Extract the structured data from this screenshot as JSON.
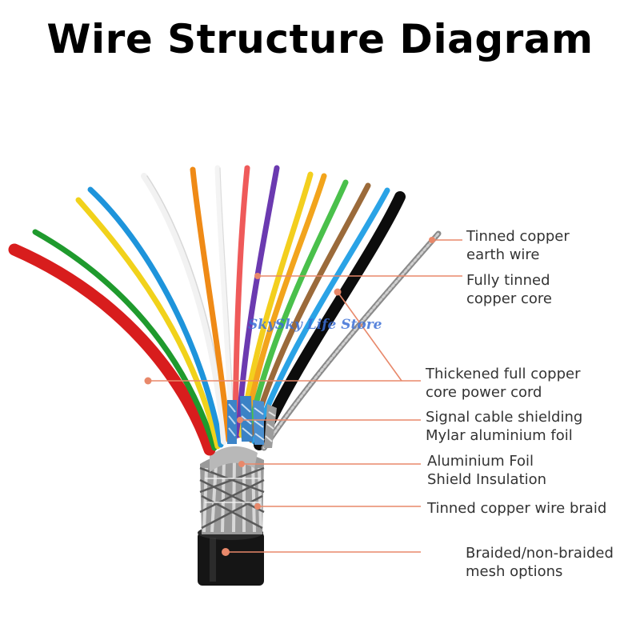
{
  "title": "Wire Structure Diagram",
  "watermark": "SkySky Life Store",
  "colors": {
    "leader": "#e8886a",
    "label_text": "#333333",
    "watermark": "#3b6fd6"
  },
  "labels": [
    {
      "id": "earth-wire",
      "lines": [
        "Tinned copper",
        "earth wire"
      ]
    },
    {
      "id": "copper-core",
      "lines": [
        "Fully tinned",
        "copper core"
      ]
    },
    {
      "id": "power-cord",
      "lines": [
        "Thickened full copper",
        "core power cord"
      ]
    },
    {
      "id": "signal-shielding",
      "lines": [
        "Signal cable shielding",
        "Mylar aluminium foil"
      ]
    },
    {
      "id": "foil-shield",
      "lines": [
        "Aluminium Foil",
        "Shield Insulation"
      ]
    },
    {
      "id": "wire-braid",
      "lines": [
        "Tinned copper wire braid"
      ]
    },
    {
      "id": "mesh-options",
      "lines": [
        "Braided/non-braided",
        "mesh options"
      ]
    }
  ],
  "wire_colors": [
    "red",
    "green",
    "yellow",
    "blue",
    "white",
    "orange",
    "white",
    "pink",
    "purple",
    "yellow",
    "orange",
    "green",
    "brown",
    "light-blue",
    "black",
    "tinned-silver"
  ]
}
